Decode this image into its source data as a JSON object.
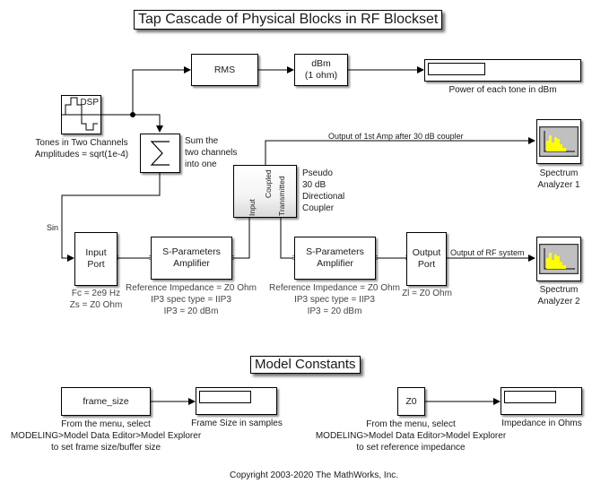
{
  "title": "Tap Cascade of Physical Blocks in RF Blockset",
  "section_title": "Model Constants",
  "blocks": {
    "source": {
      "icon_label": "DSP",
      "caption": [
        "Tones in Two Channels",
        "Amplitudes = sqrt(1e-4)"
      ]
    },
    "rms": {
      "label": "RMS"
    },
    "dbm": {
      "label_line1": "dBm",
      "label_line2": "(1 ohm)"
    },
    "power_display": {
      "caption": "Power of each tone in dBm"
    },
    "sum": {
      "symbol": "∑",
      "caption": [
        "Sum the",
        "two channels",
        "into one"
      ]
    },
    "input_port": {
      "label_line1": "Input",
      "label_line2": "Port",
      "caption": [
        "Fc = 2e9 Hz",
        "Zs = Z0 Ohm"
      ]
    },
    "amp1": {
      "label_line1": "S-Parameters",
      "label_line2": "Amplifier",
      "caption": [
        "Reference Impedance = Z0 Ohm",
        "IP3 spec type = IIP3",
        "IP3 = 20 dBm"
      ]
    },
    "coupler": {
      "port_input": "Input",
      "port_coupled": "Coupled",
      "port_transmitted": "Transmitted",
      "caption": [
        "Pseudo",
        "30 dB",
        "Directional",
        "Coupler"
      ]
    },
    "amp2": {
      "label_line1": "S-Parameters",
      "label_line2": "Amplifier",
      "caption": [
        "Reference Impedance = Z0 Ohm",
        "IP3 spec type = IIP3",
        "IP3 = 20 dBm"
      ]
    },
    "output_port": {
      "label_line1": "Output",
      "label_line2": "Port",
      "caption": "Zl = Z0 Ohm"
    },
    "spectrum1": {
      "caption": [
        "Spectrum",
        "Analyzer 1"
      ]
    },
    "spectrum2": {
      "caption": [
        "Spectrum",
        "Analyzer 2"
      ]
    },
    "frame_size_const": {
      "label": "frame_size",
      "caption": [
        "From the menu, select",
        "MODELING>Model Data Editor>Model Explorer",
        "to set frame size/buffer size"
      ]
    },
    "frame_size_display": {
      "caption": "Frame Size in samples"
    },
    "z0_const": {
      "label": "Z0",
      "caption": [
        "From the menu, select",
        "MODELING>Model Data Editor>Model Explorer",
        "to set reference impedance"
      ]
    },
    "z0_display": {
      "caption": "Impedance in Ohms"
    }
  },
  "signals": {
    "sin": "Sin",
    "coupled_output": "Output of 1st Amp after 30 dB coupler",
    "rf_output": "Output of RF system"
  },
  "copyright": "Copyright 2003-2020 The MathWorks, Inc.",
  "colors": {
    "spectrum_bars": "#ffff00",
    "spectrum_screen": "#c0c0c0"
  }
}
